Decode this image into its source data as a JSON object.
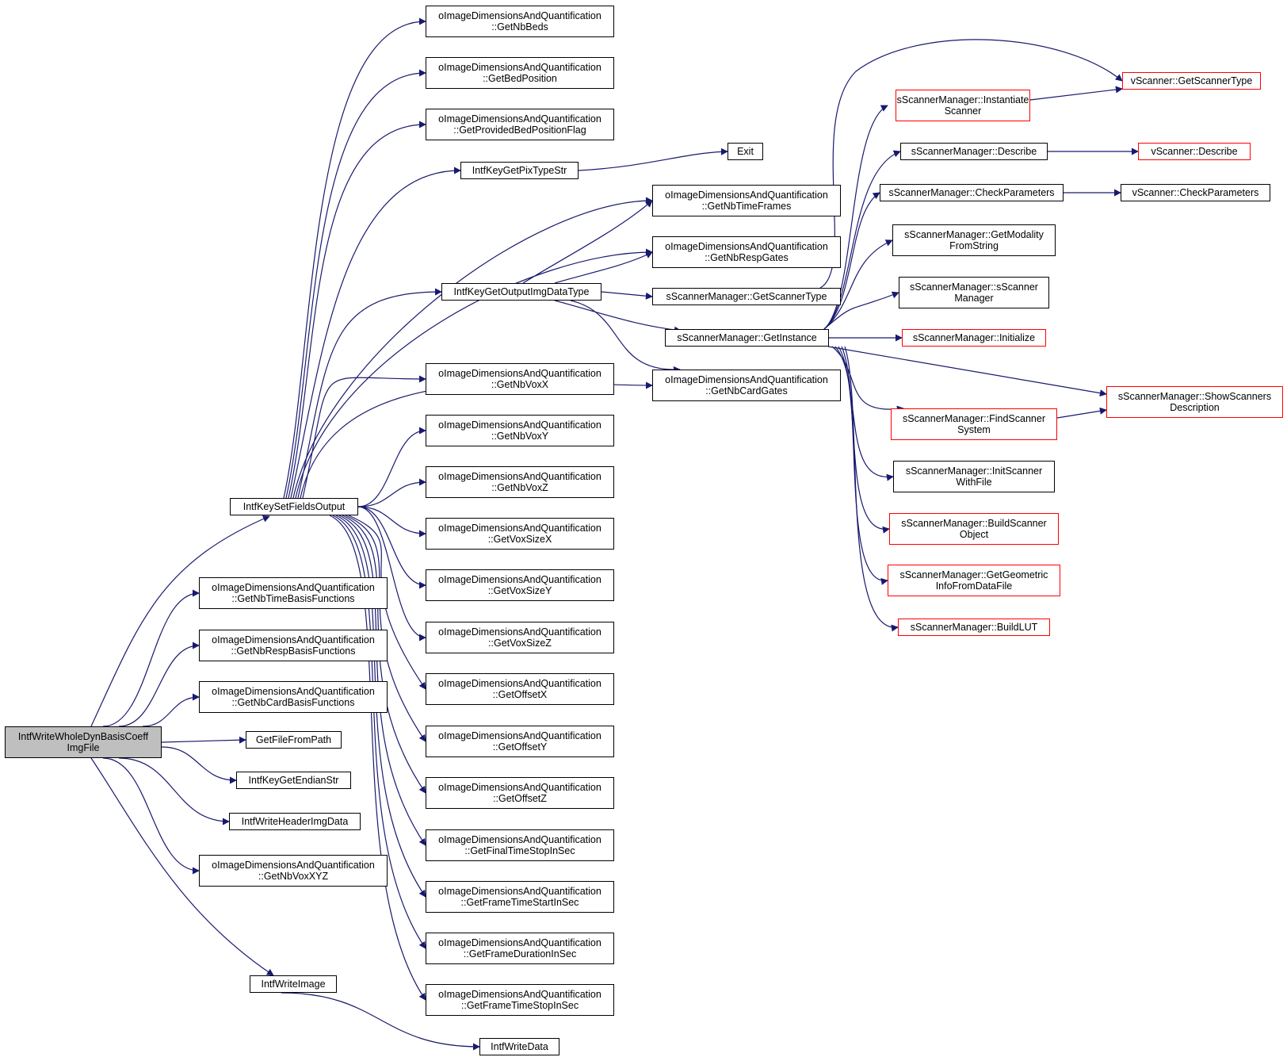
{
  "colors": {
    "edge": "#191970",
    "node_border": "#000000",
    "incomplete_border": "#ff0000",
    "root_fill": "#bfbfbf",
    "background": "#ffffff"
  },
  "nodes": {
    "root": "IntfWriteWholeDynBasisCoeff\nImgFile",
    "keySetFields": "IntfKeySetFieldsOutput",
    "nbTimeBasis": "oImageDimensionsAndQuantification\n::GetNbTimeBasisFunctions",
    "nbRespBasis": "oImageDimensionsAndQuantification\n::GetNbRespBasisFunctions",
    "nbCardBasis": "oImageDimensionsAndQuantification\n::GetNbCardBasisFunctions",
    "getFileFromPath": "GetFileFromPath",
    "keyEndian": "IntfKeyGetEndianStr",
    "writeHeader": "IntfWriteHeaderImgData",
    "nbVoxXYZ": "oImageDimensionsAndQuantification\n::GetNbVoxXYZ",
    "writeImage": "IntfWriteImage",
    "writeData": "IntfWriteData",
    "nbBeds": "oImageDimensionsAndQuantification\n::GetNbBeds",
    "bedPosition": "oImageDimensionsAndQuantification\n::GetBedPosition",
    "providedBed": "oImageDimensionsAndQuantification\n::GetProvidedBedPositionFlag",
    "pixType": "IntfKeyGetPixTypeStr",
    "exit": "Exit",
    "outputType": "IntfKeyGetOutputImgDataType",
    "nbVoxX": "oImageDimensionsAndQuantification\n::GetNbVoxX",
    "nbVoxY": "oImageDimensionsAndQuantification\n::GetNbVoxY",
    "nbVoxZ": "oImageDimensionsAndQuantification\n::GetNbVoxZ",
    "voxSizeX": "oImageDimensionsAndQuantification\n::GetVoxSizeX",
    "voxSizeY": "oImageDimensionsAndQuantification\n::GetVoxSizeY",
    "voxSizeZ": "oImageDimensionsAndQuantification\n::GetVoxSizeZ",
    "offsetX": "oImageDimensionsAndQuantification\n::GetOffsetX",
    "offsetY": "oImageDimensionsAndQuantification\n::GetOffsetY",
    "offsetZ": "oImageDimensionsAndQuantification\n::GetOffsetZ",
    "finalStop": "oImageDimensionsAndQuantification\n::GetFinalTimeStopInSec",
    "frameStart": "oImageDimensionsAndQuantification\n::GetFrameTimeStartInSec",
    "frameDur": "oImageDimensionsAndQuantification\n::GetFrameDurationInSec",
    "frameStop": "oImageDimensionsAndQuantification\n::GetFrameTimeStopInSec",
    "nbTimeFrames": "oImageDimensionsAndQuantification\n::GetNbTimeFrames",
    "nbRespGates": "oImageDimensionsAndQuantification\n::GetNbRespGates",
    "smGetScannerType": "sScannerManager::GetScannerType",
    "smGetInstance": "sScannerManager::GetInstance",
    "nbCardGates": "oImageDimensionsAndQuantification\n::GetNbCardGates",
    "smInstantiate": "sScannerManager::Instantiate\nScanner",
    "smDescribe": "sScannerManager::Describe",
    "smCheckParams": "sScannerManager::CheckParameters",
    "smModality": "sScannerManager::GetModality\nFromString",
    "smCtor": "sScannerManager::sScanner\nManager",
    "smInitialize": "sScannerManager::Initialize",
    "smFindSystem": "sScannerManager::FindScanner\nSystem",
    "smInitWithFile": "sScannerManager::InitScanner\nWithFile",
    "smBuildObject": "sScannerManager::BuildScanner\nObject",
    "smGeometric": "sScannerManager::GetGeometric\nInfoFromDataFile",
    "smBuildLUT": "sScannerManager::BuildLUT",
    "smShowDesc": "sScannerManager::ShowScanners\nDescription",
    "vGetScannerType": "vScanner::GetScannerType",
    "vDescribe": "vScanner::Describe",
    "vCheckParams": "vScanner::CheckParameters"
  }
}
